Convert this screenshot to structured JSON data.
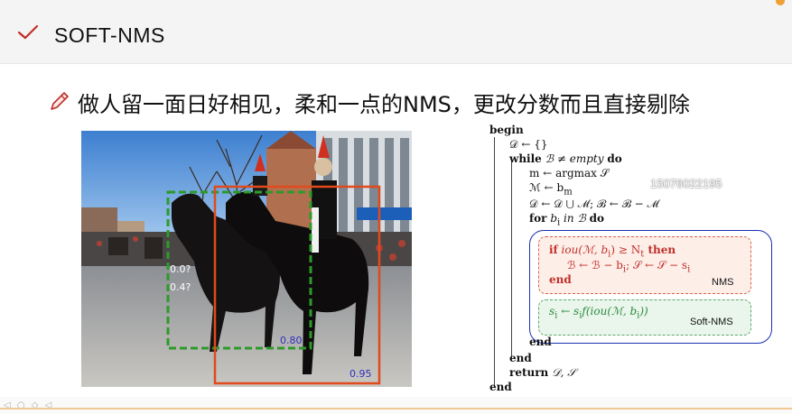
{
  "slide": {
    "title": "SOFT-NMS",
    "subtitle": "做人留一面日好相见，柔和一点的NMS，更改分数而且直接剔除"
  },
  "photo": {
    "labels": {
      "score_a": "0.0?",
      "score_b": "0.4?",
      "green_score": "0.80",
      "red_score": "0.95"
    },
    "colors": {
      "green_box": "#2e9a2a",
      "red_box": "#e04a1c",
      "score_text": "#3030c0"
    }
  },
  "algorithm": {
    "l_begin": "begin",
    "l_d_init": "𝒟 ← {}",
    "l_while_kw": "while",
    "l_while_cond": " ℬ ≠ empty ",
    "l_do_kw": "do",
    "l_m": "m ← argmax 𝒮",
    "l_M": "ℳ ← b",
    "l_M_sub": "m",
    "l_D": "𝒟 ← 𝒟 ⋃ ℳ; ℬ ← ℬ − ℳ",
    "l_for_kw": "for",
    "l_for_cond": " b",
    "l_for_sub": "i",
    "l_for_in": " in ℬ ",
    "l_for_do": "do",
    "l_if_kw": "if",
    "l_if_cond": " iou(ℳ, b",
    "l_if_sub": "i",
    "l_if_rest": ") ≥ N",
    "l_if_nt": "t",
    "l_then_kw": " then",
    "l_if_body": "ℬ ← ℬ − b",
    "l_if_body_sub": "i",
    "l_if_body_rest": "; 𝒮 ← 𝒮 − s",
    "l_if_body_sub2": "i",
    "l_if_end": "end",
    "nms_label": "NMS",
    "l_soft": "s",
    "l_soft_sub": "i",
    "l_soft_mid": " ← s",
    "l_soft_sub2": "i",
    "l_soft_rest": "f(iou(ℳ, b",
    "l_soft_sub3": "i",
    "l_soft_end": "))",
    "soft_label": "Soft-NMS",
    "l_end_for": "end",
    "l_end_while": "end",
    "l_return_kw": "return",
    "l_return_val": " 𝒟, 𝒮",
    "l_end": "end"
  },
  "watermark": "15076022195",
  "colors": {
    "accent": "#c0302a",
    "loop": "#1830b0",
    "nms_fill": "#fdeee8",
    "soft_fill": "#eaf6ec"
  },
  "icons": {
    "title": "check-mark-icon",
    "subtitle": "pencil-icon"
  }
}
